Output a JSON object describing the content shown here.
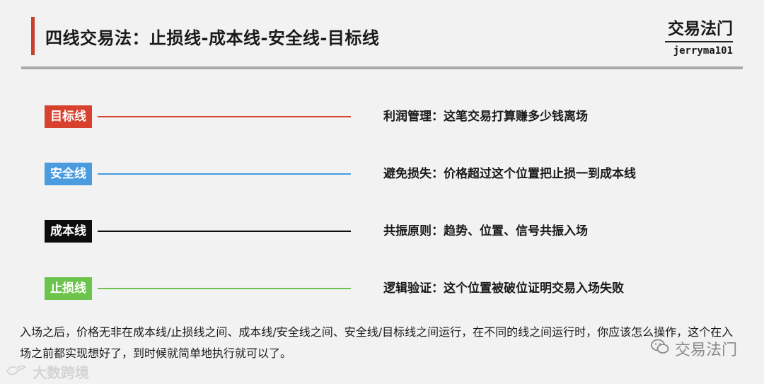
{
  "header": {
    "title": "四线交易法：止损线-成本线-安全线-目标线",
    "brand_name": "交易法门",
    "brand_handle": "jerryma101"
  },
  "rows": [
    {
      "tag": "目标线",
      "description": "利润管理：这笔交易打算赚多少钱离场",
      "color": "#d9412f"
    },
    {
      "tag": "安全线",
      "description": "避免损失：价格超过这个位置把止损一到成本线",
      "color": "#4a9cdf"
    },
    {
      "tag": "成本线",
      "description": "共振原则：趋势、位置、信号共振入场",
      "color": "#0d0d0d"
    },
    {
      "tag": "止损线",
      "description": "逻辑验证：这个位置被破位证明交易入场失败",
      "color": "#6cc44c"
    }
  ],
  "footer": {
    "text": "入场之后，价格无非在成本线/止损线之间、成本线/安全线之间、安全线/目标线之间运行，在不同的线之间运行时，你应该怎么操作，这个在入场之前都实现想好了，到时候就简单地执行就可以了。"
  },
  "watermarks": {
    "wechat": "交易法门",
    "left": "大数跨境"
  }
}
